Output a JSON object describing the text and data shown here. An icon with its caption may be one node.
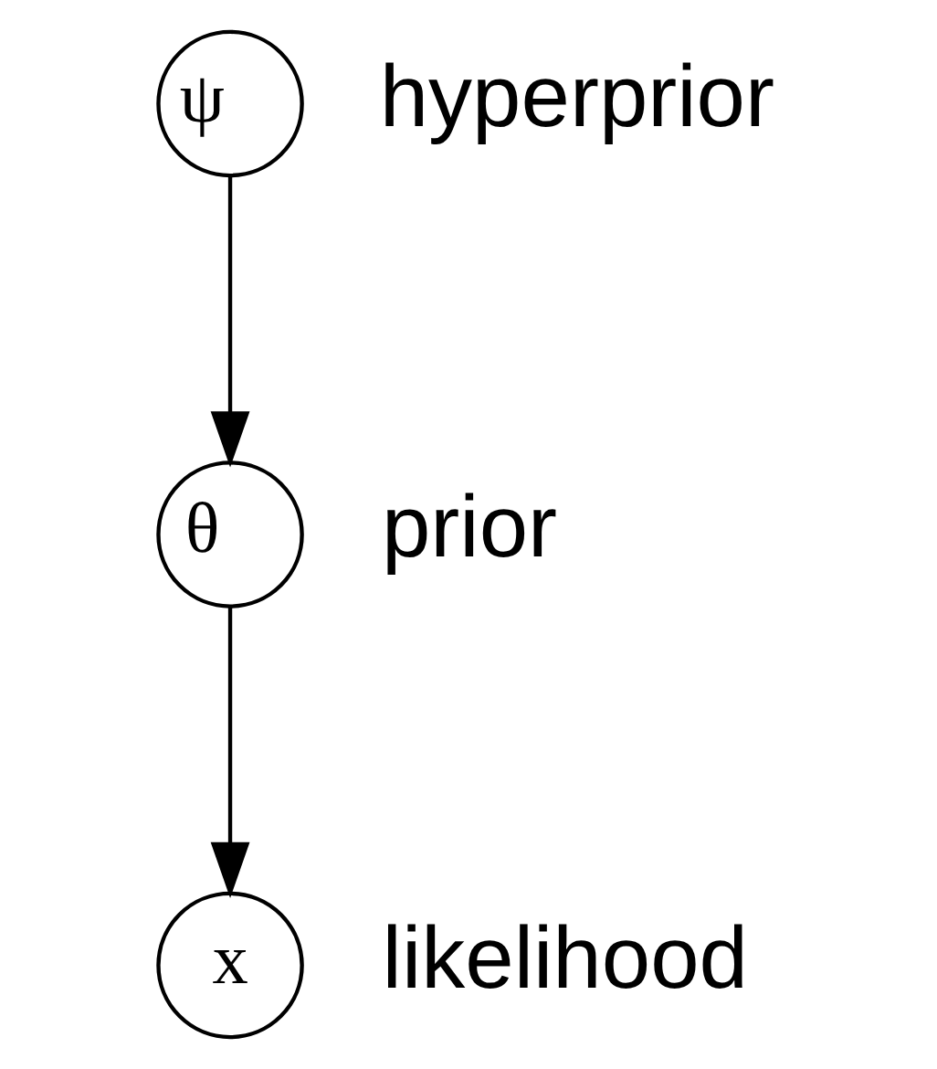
{
  "diagram": {
    "nodes": [
      {
        "text": [
          "ψ⃗"
        ],
        "beside": [
          "hyperprior"
        ]
      },
      {
        "text": [
          "θ⃗"
        ],
        "beside": [
          "prior"
        ]
      },
      {
        "text": [
          "x"
        ],
        "beside": [
          "likelihood"
        ]
      }
    ],
    "edges": [
      {
        "from": 0,
        "to": 1,
        "arrow": "to"
      },
      {
        "from": 1,
        "to": 2,
        "arrow": "to"
      }
    ]
  }
}
